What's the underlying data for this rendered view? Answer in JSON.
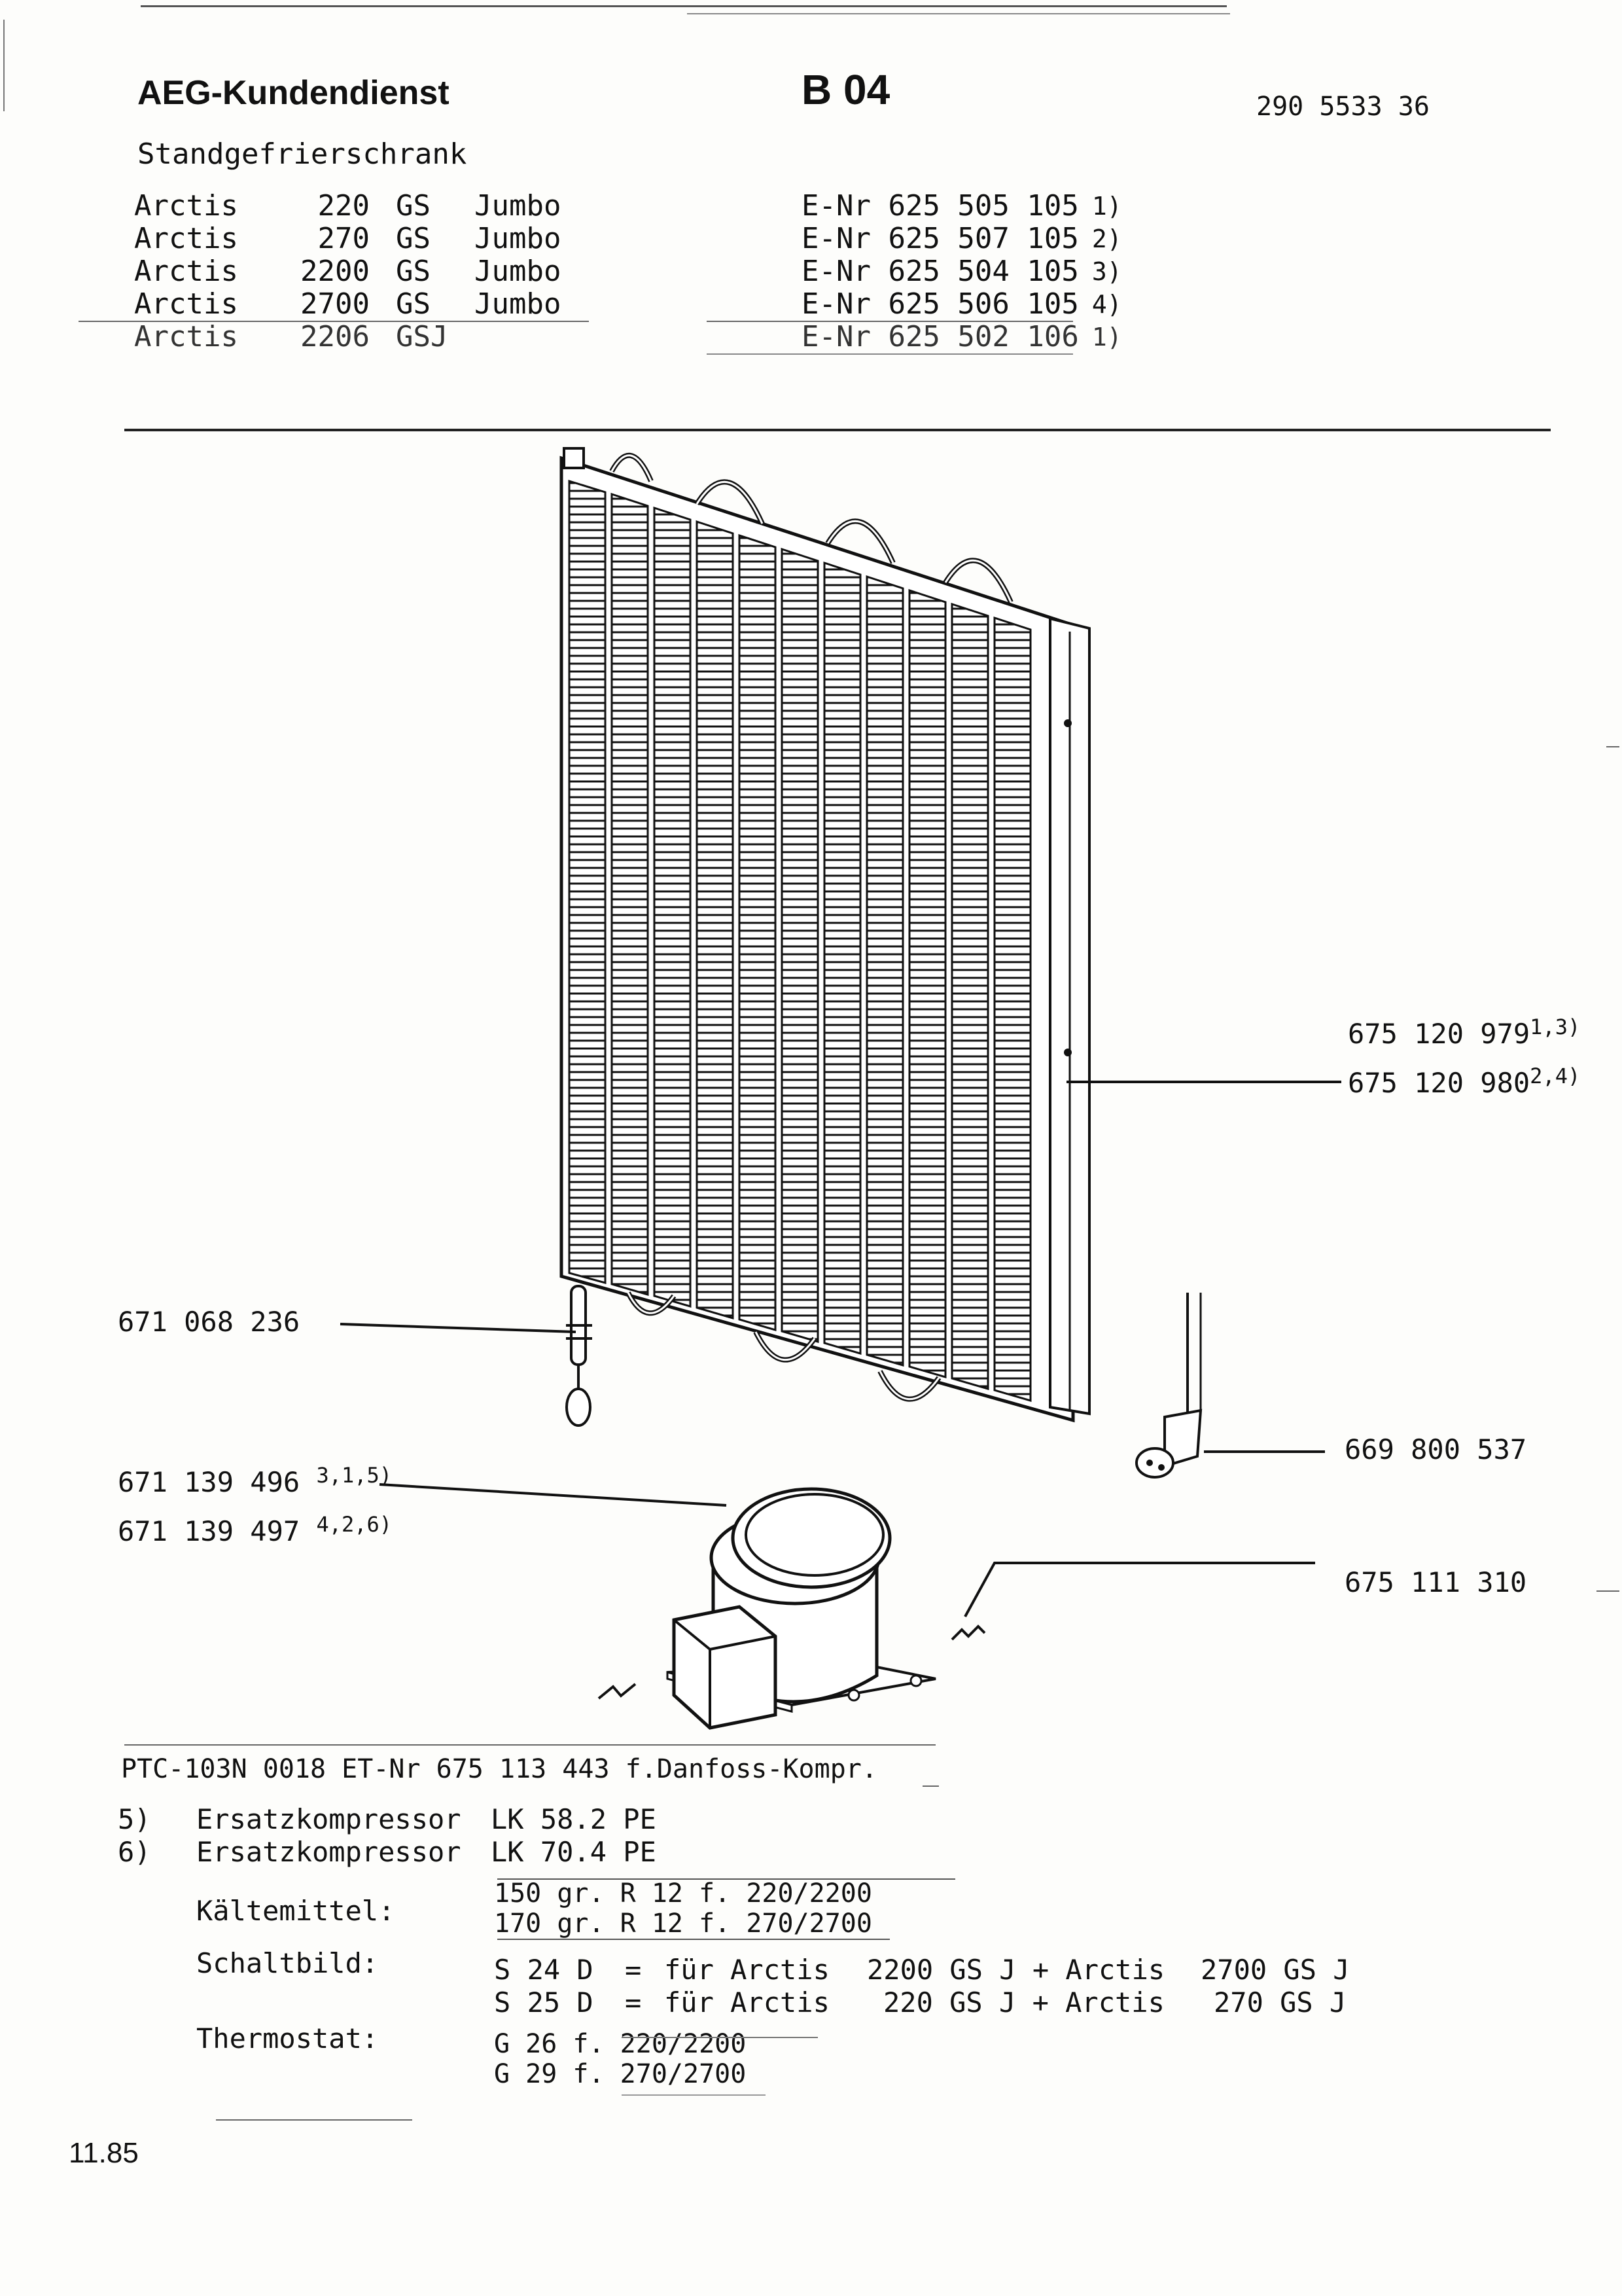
{
  "header": {
    "brand": "AEG-Kundendienst",
    "sheet_code": "B 04",
    "doc_number": "290 5533 36",
    "subtitle": "Standgefrierschrank"
  },
  "models": [
    {
      "name": "Arctis",
      "size": "220",
      "type": "GS",
      "variant": "Jumbo",
      "enr": "E-Nr 625 505 105",
      "ref": "1)"
    },
    {
      "name": "Arctis",
      "size": "270",
      "type": "GS",
      "variant": "Jumbo",
      "enr": "E-Nr 625 507 105",
      "ref": "2)"
    },
    {
      "name": "Arctis",
      "size": "2200",
      "type": "GS",
      "variant": "Jumbo",
      "enr": "E-Nr 625 504 105",
      "ref": "3)"
    },
    {
      "name": "Arctis",
      "size": "2700",
      "type": "GS",
      "variant": "Jumbo",
      "enr": "E-Nr 625 506 105",
      "ref": "4)"
    },
    {
      "name": "Arctis",
      "size": "2206",
      "type": "GSJ",
      "variant": "",
      "enr": "E-Nr 625 502 106",
      "ref": "1)"
    }
  ],
  "parts": {
    "condenser": {
      "line1": "675 120 979",
      "sup1": "1,3)",
      "line2": "675 120 980",
      "sup2": "2,4)"
    },
    "thermo_sensor": {
      "number": "671 068 236"
    },
    "compressor": {
      "line1": "671 139 496",
      "sup1": "3,1,5)",
      "line2": "671 139 497",
      "sup2": "4,2,6)"
    },
    "plug": {
      "number": "669 800 537"
    },
    "clip": {
      "number": "675 111 310"
    }
  },
  "ptc_note": "PTC-103N 0018 ET-Nr 675 113 443 f.Danfoss-Kompr.",
  "replacement": [
    {
      "ref": "5)",
      "label": "Ersatzkompressor",
      "value": "LK 58.2 PE"
    },
    {
      "ref": "6)",
      "label": "Ersatzkompressor",
      "value": "LK 70.4 PE"
    }
  ],
  "specs": {
    "refrigerant": {
      "label": "Kältemittel:",
      "lines": [
        "150 gr. R 12 f. 220/2200",
        "170 gr. R 12 f. 270/2700"
      ]
    },
    "wiring": {
      "label": "Schaltbild:",
      "lines": [
        {
          "code": "S 24 D",
          "eq": "=",
          "text": "für Arctis",
          "a": "2200 GS J + Arctis",
          "b": "2700 GS J"
        },
        {
          "code": "S 25 D",
          "eq": "=",
          "text": "für Arctis",
          "a": "220 GS J + Arctis",
          "b": "270 GS J"
        }
      ]
    },
    "thermostat": {
      "label": "Thermostat:",
      "lines": [
        "G 26 f. 220/2200",
        "G 29 f. 270/2700"
      ]
    }
  },
  "footer": {
    "date": "11.85"
  }
}
